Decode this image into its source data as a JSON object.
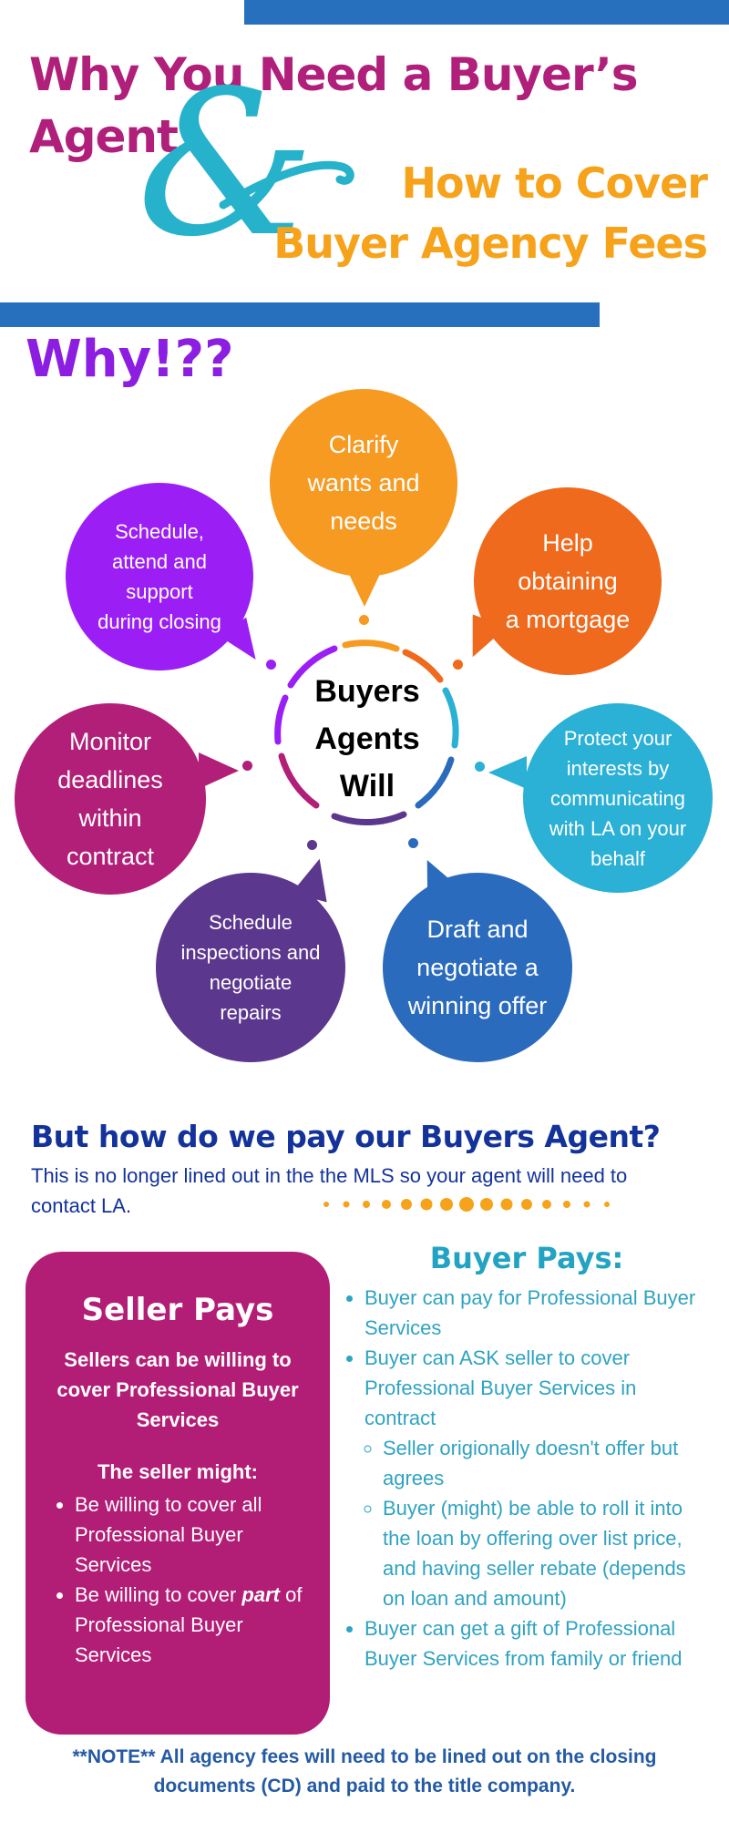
{
  "header": {
    "title_line1": "Why You Need a Buyer’s",
    "title_line2": "Agent",
    "ampersand": "&",
    "subtitle_line1": "How to Cover",
    "subtitle_line2": "Buyer Agency Fees"
  },
  "why_heading": "Why!??",
  "diagram": {
    "center": {
      "line1": "Buyers",
      "line2": "Agents",
      "line3": "Will"
    },
    "bubbles": {
      "clarify": {
        "lines": [
          "Clarify",
          "wants and",
          "needs"
        ],
        "color": "#f69a21"
      },
      "mortgage": {
        "lines": [
          "Help",
          "obtaining",
          "a mortgage"
        ],
        "color": "#ef6a1c"
      },
      "protect": {
        "lines": [
          "Protect your",
          "interests by",
          "communicating",
          "with LA on your",
          "behalf"
        ],
        "color": "#2bb0d6"
      },
      "draft": {
        "lines": [
          "Draft and",
          "negotiate a",
          "winning offer"
        ],
        "color": "#2b6bbd"
      },
      "inspections": {
        "lines": [
          "Schedule",
          "inspections and",
          "negotiate",
          "repairs"
        ],
        "color": "#5c378e"
      },
      "deadlines": {
        "lines": [
          "Monitor",
          "deadlines",
          "within",
          "contract"
        ],
        "color": "#b21f78"
      },
      "closing": {
        "lines": [
          "Schedule,",
          "attend and",
          "support",
          "during closing"
        ],
        "color": "#9b1ff5"
      }
    }
  },
  "payment": {
    "question": "But how do we pay our Buyers Agent?",
    "intro": "This is no longer lined out in the the MLS so your agent will need to contact LA."
  },
  "seller": {
    "title": "Seller Pays",
    "strong": "Sellers can be willing to cover Professional Buyer Services",
    "might": "The seller might:",
    "item1": "Be willing to cover all Professional Buyer Services",
    "item2_pre": "Be willing to cover ",
    "item2_em": "part",
    "item2_post": " of Professional Buyer Services"
  },
  "buyer": {
    "title": "Buyer Pays:",
    "item1": "Buyer can pay for Professional Buyer Services",
    "item2": "Buyer can ASK seller to cover Professional Buyer Services in contract",
    "sub1": "Seller origionally doesn't offer but agrees",
    "sub2": "Buyer (might) be able to roll it into the loan by offering over list price, and having seller rebate (depends on loan and amount)",
    "item3": "Buyer can get a gift of Professional Buyer Services from family or friend"
  },
  "footer_note": "**NOTE** All agency fees will need to be lined out on the closing documents (CD) and paid to the title company.",
  "colors": {
    "brand_blue": "#2670bd",
    "magenta": "#b01f7a",
    "gold": "#f6a31b",
    "teal": "#2bb0d6",
    "purple": "#8b1ee0",
    "navy": "#13339a"
  }
}
